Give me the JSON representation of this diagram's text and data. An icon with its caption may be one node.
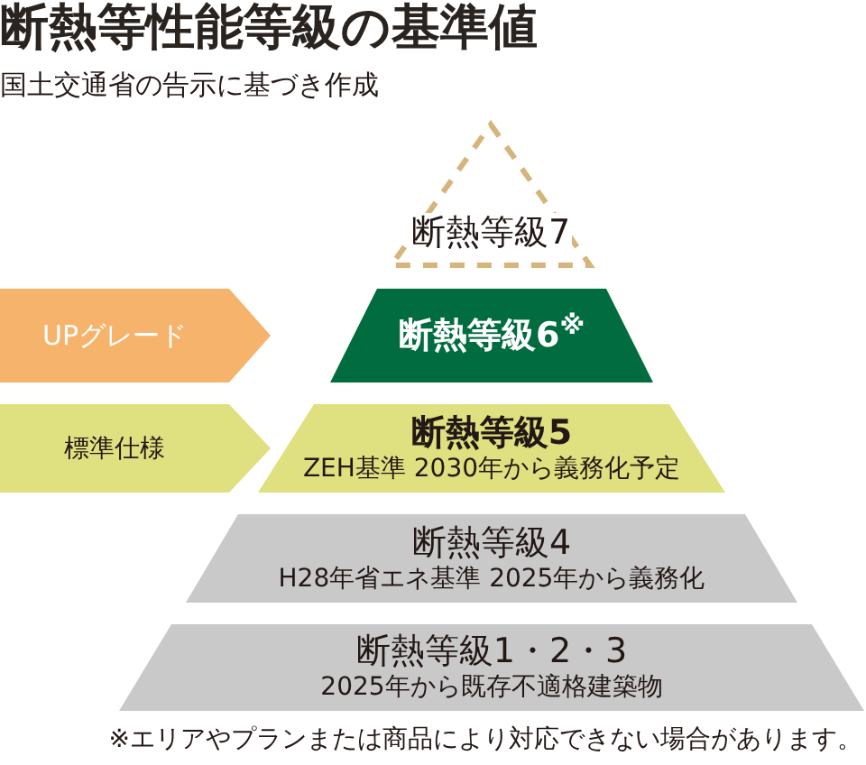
{
  "diagram": {
    "title": "断熱等性能等級の基準値",
    "nodes": [
      {
        "text": [
          "断熱等級7"
        ]
      },
      {
        "text": [
          "UPグレード"
        ]
      },
      {
        "text": [
          "断熱等級6$^{※}$"
        ]
      },
      {
        "text": [
          "標準仕様"
        ]
      },
      {
        "text": [
          "断熱等級5",
          "ZEH基準 2030年から義務化予定"
        ]
      },
      {
        "text": [
          "断熱等級4",
          "H28年省エネ基準 2025年から義務化"
        ]
      },
      {
        "text": [
          "断熱等級1・2・3",
          "2025年から既存不適格建築物"
        ]
      }
    ],
    "labels": [
      "国土交通省の告示に基づき作成",
      "※エリアやプランまたは商品により対応できない場合があります。"
    ]
  }
}
